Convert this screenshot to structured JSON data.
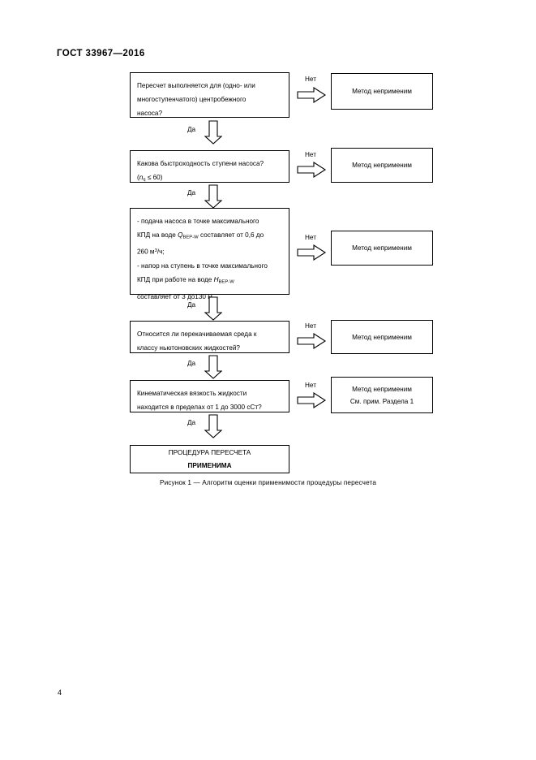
{
  "document": {
    "header": "ГОСТ  33967—2016",
    "page_number": "4"
  },
  "figure": {
    "caption": "Рисунок 1 — Алгоритм оценки применимости процедуры пересчета",
    "yes_label": "Да",
    "no_label": "Нет",
    "nodes": {
      "q1": {
        "lines": [
          "Пересчет выполняется для (одно- или",
          "многоступенчатого) центробежного",
          "насоса?"
        ]
      },
      "q2": {
        "line1": "Какова быстроходность ступени насоса?",
        "line2_prefix": "(",
        "line2_var": "n",
        "line2_sub": "q",
        "line2_suffix": " ≤ 60)"
      },
      "q3": {
        "line1": "- подача насоса в точке максимального",
        "line2_a": "КПД на воде ",
        "line2_var": "Q",
        "line2_sub": "BEP-W",
        "line2_b": "  составляет от 0,6 до",
        "line3_a": "260 м",
        "line3_sup": "3",
        "line3_b": "/ч;",
        "line4": "- напор на ступень в точке максимального",
        "line5_a": "КПД при работе на воде ",
        "line5_var": "H",
        "line5_sub": "BEP-W",
        "line6": "составляет от 3 до130 м"
      },
      "q4": {
        "lines": [
          "Относится ли перекачиваемая среда к",
          "классу ньютоновских жидкостей?"
        ]
      },
      "q5": {
        "lines": [
          "Кинематическая вязкость жидкости",
          "находится в пределах от 1 до 3000 сСт?"
        ]
      },
      "out1": {
        "lines": [
          "Метод неприменим"
        ]
      },
      "out2": {
        "lines": [
          "Метод неприменим"
        ]
      },
      "out3": {
        "lines": [
          "Метод неприменим"
        ]
      },
      "out4": {
        "lines": [
          "Метод неприменим"
        ]
      },
      "out5": {
        "lines": [
          "Метод неприменим",
          "См. прим. Раздела 1"
        ]
      },
      "final": {
        "line1": "ПРОЦЕДУРА ПЕРЕСЧЕТА",
        "line2": "ПРИМЕНИМА"
      }
    }
  }
}
